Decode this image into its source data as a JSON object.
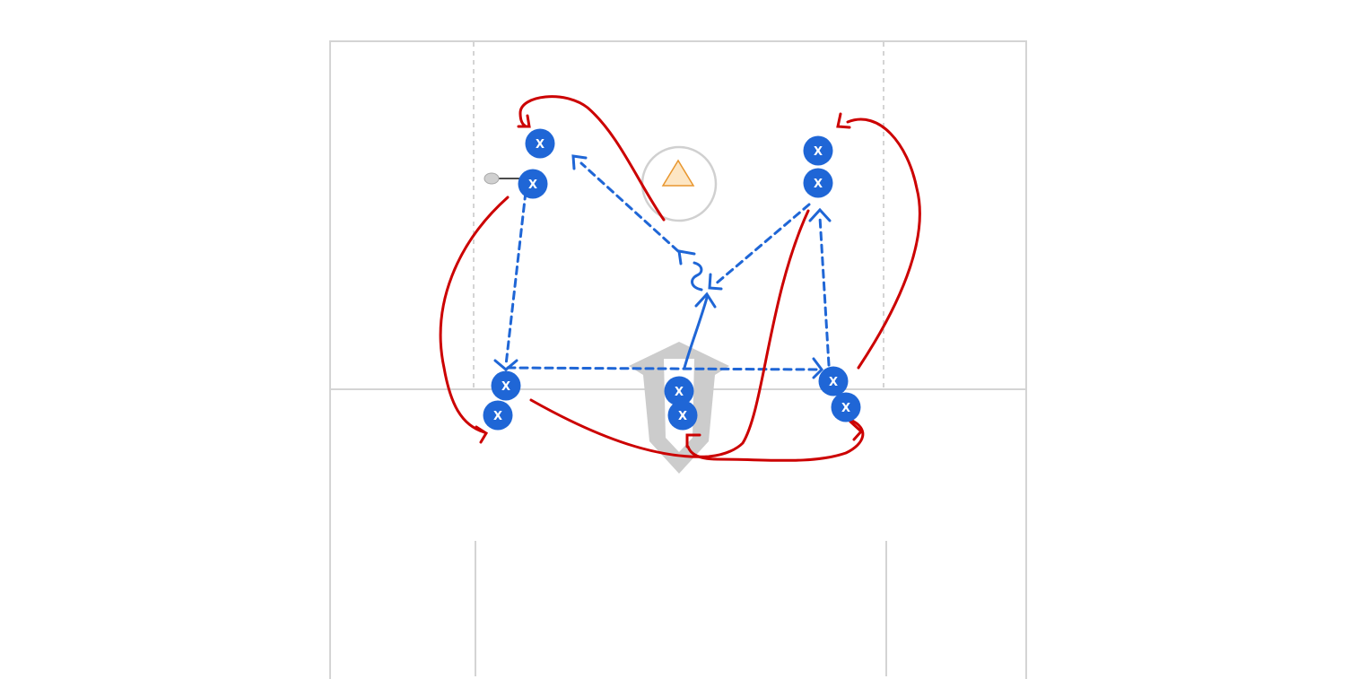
{
  "diagram": {
    "type": "lacrosse-drill",
    "colors": {
      "field_lines": "#d4d4d4",
      "player_fill": "#1f66d6",
      "player_text": "#ffffff",
      "pass_line": "#1f66d6",
      "cut_line": "#cc0000",
      "goal_marker": "#cccccc",
      "cone_stroke": "#e8962e",
      "cone_fill": "#fde6c4",
      "ball": "#d0d0d0"
    },
    "player_label": "X",
    "players": [
      {
        "id": "top-left-1",
        "label": "X"
      },
      {
        "id": "top-left-2-ball",
        "label": "X"
      },
      {
        "id": "top-right-1",
        "label": "X"
      },
      {
        "id": "top-right-2",
        "label": "X"
      },
      {
        "id": "bottom-left-1",
        "label": "X"
      },
      {
        "id": "bottom-left-2",
        "label": "X"
      },
      {
        "id": "bottom-center-1",
        "label": "X"
      },
      {
        "id": "bottom-center-2",
        "label": "X"
      },
      {
        "id": "bottom-right-1",
        "label": "X"
      },
      {
        "id": "bottom-right-2",
        "label": "X"
      }
    ],
    "icons": {
      "ball": "lacrosse-ball-icon",
      "cone": "cone-icon",
      "goal": "goal-crease-icon"
    }
  }
}
